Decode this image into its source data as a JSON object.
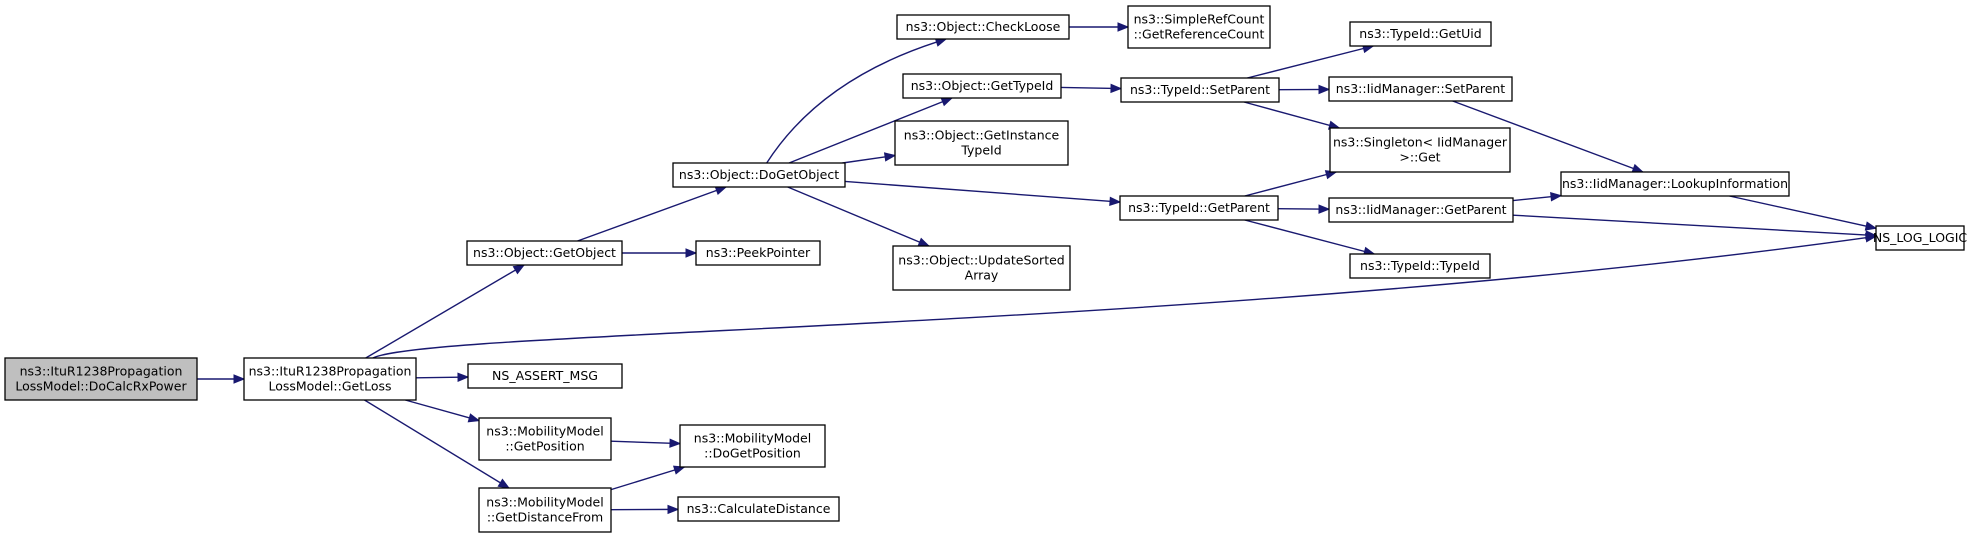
{
  "graph": {
    "edge_color": "#191970",
    "root_fill": "#bfbfbf",
    "node_fill": "#ffffff",
    "nodes": [
      {
        "id": "root",
        "lines": [
          "ns3::ItuR1238Propagation",
          "LossModel::DoCalcRxPower"
        ]
      },
      {
        "id": "getloss",
        "lines": [
          "ns3::ItuR1238Propagation",
          "LossModel::GetLoss"
        ]
      },
      {
        "id": "getobject",
        "lines": [
          "ns3::Object::GetObject"
        ]
      },
      {
        "id": "assert",
        "lines": [
          "NS_ASSERT_MSG"
        ]
      },
      {
        "id": "getposition",
        "lines": [
          "ns3::MobilityModel",
          "::GetPosition"
        ]
      },
      {
        "id": "getdistance",
        "lines": [
          "ns3::MobilityModel",
          "::GetDistanceFrom"
        ]
      },
      {
        "id": "dogetobject",
        "lines": [
          "ns3::Object::DoGetObject"
        ]
      },
      {
        "id": "peekpointer",
        "lines": [
          "ns3::PeekPointer"
        ]
      },
      {
        "id": "dogetposition",
        "lines": [
          "ns3::MobilityModel",
          "::DoGetPosition"
        ]
      },
      {
        "id": "calcdistance",
        "lines": [
          "ns3::CalculateDistance"
        ]
      },
      {
        "id": "checkloose",
        "lines": [
          "ns3::Object::CheckLoose"
        ]
      },
      {
        "id": "gettypeid",
        "lines": [
          "ns3::Object::GetTypeId"
        ]
      },
      {
        "id": "getinstancetypeid",
        "lines": [
          "ns3::Object::GetInstance",
          "TypeId"
        ]
      },
      {
        "id": "updatesorted",
        "lines": [
          "ns3::Object::UpdateSorted",
          "Array"
        ]
      },
      {
        "id": "getrefcount",
        "lines": [
          "ns3::SimpleRefCount",
          "::GetReferenceCount"
        ]
      },
      {
        "id": "setparent",
        "lines": [
          "ns3::TypeId::SetParent"
        ]
      },
      {
        "id": "typeid_getparent",
        "lines": [
          "ns3::TypeId::GetParent"
        ]
      },
      {
        "id": "getuid",
        "lines": [
          "ns3::TypeId::GetUid"
        ]
      },
      {
        "id": "iid_setparent",
        "lines": [
          "ns3::IidManager::SetParent"
        ]
      },
      {
        "id": "singleton",
        "lines": [
          "ns3::Singleton< IidManager",
          " >::Get"
        ]
      },
      {
        "id": "iid_getparent",
        "lines": [
          "ns3::IidManager::GetParent"
        ]
      },
      {
        "id": "typeid_ctor",
        "lines": [
          "ns3::TypeId::TypeId"
        ]
      },
      {
        "id": "lookup",
        "lines": [
          "ns3::IidManager::LookupInformation"
        ]
      },
      {
        "id": "nslog",
        "lines": [
          "NS_LOG_LOGIC"
        ]
      }
    ],
    "edges": [
      {
        "from": "root",
        "to": "getloss"
      },
      {
        "from": "getloss",
        "to": "getobject"
      },
      {
        "from": "getloss",
        "to": "assert"
      },
      {
        "from": "getloss",
        "to": "getposition"
      },
      {
        "from": "getloss",
        "to": "getdistance"
      },
      {
        "from": "getloss",
        "to": "nslog"
      },
      {
        "from": "getobject",
        "to": "dogetobject"
      },
      {
        "from": "getobject",
        "to": "peekpointer"
      },
      {
        "from": "getposition",
        "to": "dogetposition"
      },
      {
        "from": "getdistance",
        "to": "dogetposition"
      },
      {
        "from": "getdistance",
        "to": "calcdistance"
      },
      {
        "from": "dogetobject",
        "to": "checkloose"
      },
      {
        "from": "dogetobject",
        "to": "gettypeid"
      },
      {
        "from": "dogetobject",
        "to": "getinstancetypeid"
      },
      {
        "from": "dogetobject",
        "to": "updatesorted"
      },
      {
        "from": "dogetobject",
        "to": "typeid_getparent"
      },
      {
        "from": "checkloose",
        "to": "getrefcount"
      },
      {
        "from": "gettypeid",
        "to": "setparent"
      },
      {
        "from": "setparent",
        "to": "getuid"
      },
      {
        "from": "setparent",
        "to": "iid_setparent"
      },
      {
        "from": "setparent",
        "to": "singleton"
      },
      {
        "from": "typeid_getparent",
        "to": "singleton"
      },
      {
        "from": "typeid_getparent",
        "to": "iid_getparent"
      },
      {
        "from": "typeid_getparent",
        "to": "typeid_ctor"
      },
      {
        "from": "iid_setparent",
        "to": "lookup"
      },
      {
        "from": "iid_getparent",
        "to": "lookup"
      },
      {
        "from": "iid_getparent",
        "to": "nslog"
      },
      {
        "from": "lookup",
        "to": "nslog"
      }
    ]
  }
}
